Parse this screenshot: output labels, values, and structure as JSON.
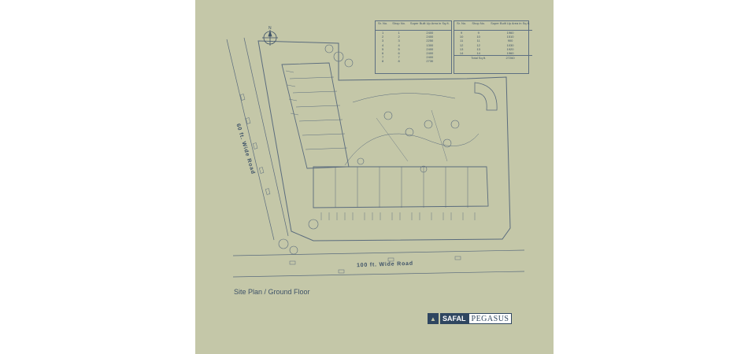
{
  "caption": "Site Plan / Ground Floor",
  "roads": {
    "front": "100 ft. Wide Road",
    "side": "60 ft. Wide Road"
  },
  "north_label": "N",
  "brand": {
    "word1": "SAFAL",
    "word2": "PEGASUS"
  },
  "table_left": {
    "headers": [
      "Sr. No.",
      "Shop No.",
      "Super Built Up Area in Sq.ft."
    ],
    "rows": [
      [
        "1",
        "1",
        "2400"
      ],
      [
        "2",
        "2",
        "2400"
      ],
      [
        "3",
        "3",
        "2250"
      ],
      [
        "4",
        "4",
        "1300"
      ],
      [
        "5",
        "5",
        "2400"
      ],
      [
        "6",
        "6",
        "2400"
      ],
      [
        "7",
        "7",
        "2400"
      ],
      [
        "8",
        "8",
        "2730"
      ]
    ]
  },
  "table_right": {
    "headers": [
      "Sr. No.",
      "Shop No.",
      "Super Built Up Area in Sq.ft."
    ],
    "rows": [
      [
        "9",
        "9",
        "1960"
      ],
      [
        "10",
        "10",
        "1510"
      ],
      [
        "11",
        "11",
        "900"
      ],
      [
        "12",
        "12",
        "1030"
      ],
      [
        "13",
        "13",
        "1920"
      ],
      [
        "14",
        "14",
        "1960"
      ]
    ],
    "total": [
      "Total Sq.ft.",
      "27260"
    ]
  },
  "colors": {
    "paper": "#c4c7a8",
    "ink": "#3e5268",
    "line": "#4f6174"
  }
}
